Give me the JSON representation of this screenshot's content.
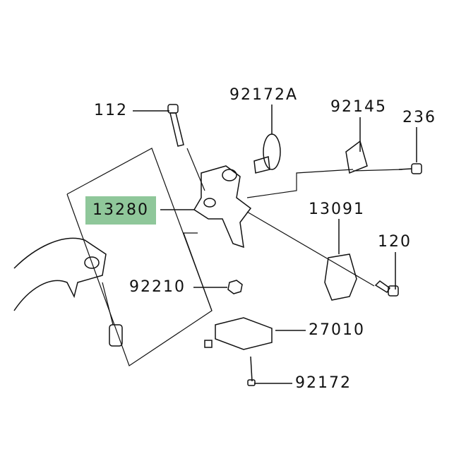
{
  "diagram": {
    "highlight_color": "#8fc79a",
    "parts": [
      {
        "id": "p112",
        "label": "112"
      },
      {
        "id": "p92172A",
        "label": "92172A"
      },
      {
        "id": "p92145",
        "label": "92145"
      },
      {
        "id": "p236",
        "label": "236"
      },
      {
        "id": "p13280",
        "label": "13280",
        "highlighted": true
      },
      {
        "id": "p13091",
        "label": "13091"
      },
      {
        "id": "p120",
        "label": "120"
      },
      {
        "id": "p92210",
        "label": "92210"
      },
      {
        "id": "p27010",
        "label": "27010"
      },
      {
        "id": "p92172",
        "label": "92172"
      }
    ]
  }
}
